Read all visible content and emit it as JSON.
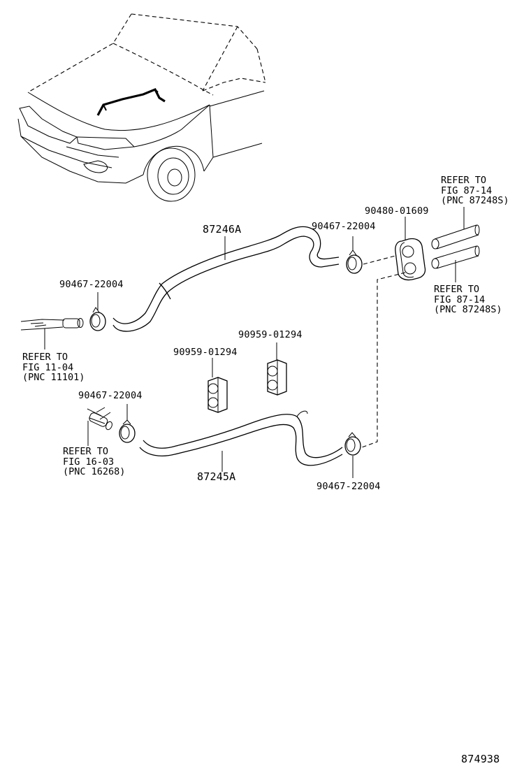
{
  "part_labels": {
    "hose_upper": "87246A",
    "hose_lower": "87245A",
    "grommet": "90480-01609",
    "clamp_upper_left": "90467-22004",
    "clamp_upper_right": "90467-22004",
    "clamp_lower_left": "90467-22004",
    "clamp_lower_right": "90467-22004",
    "clip_left": "90959-01294",
    "clip_right": "90959-01294"
  },
  "references": {
    "fig_11_04": [
      "REFER TO",
      "FIG 11-04",
      "(PNC 11101)"
    ],
    "fig_16_03": [
      "REFER TO",
      "FIG 16-03",
      "(PNC 16268)"
    ],
    "fig_87_14_upper": [
      "REFER TO",
      "FIG 87-14",
      "(PNC 87248S)"
    ],
    "fig_87_14_lower": [
      "REFER TO",
      "FIG 87-14",
      "(PNC 87248S)"
    ]
  },
  "illustration_number": "874938"
}
